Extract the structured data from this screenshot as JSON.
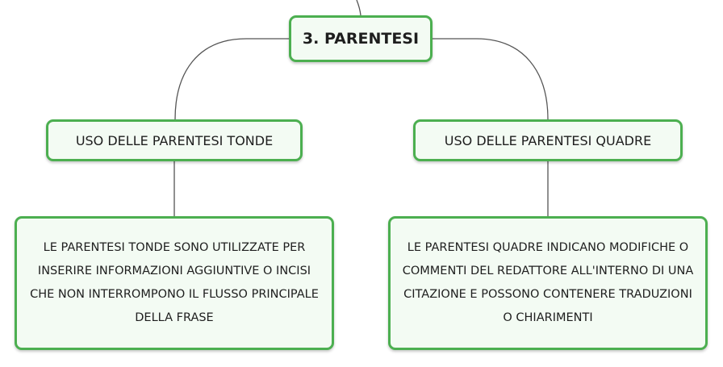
{
  "diagram": {
    "root": {
      "label": "3. PARENTESI"
    },
    "branches": [
      {
        "label": "USO DELLE PARENTESI TONDE",
        "detail": "LE PARENTESI TONDE SONO UTILIZZATE PER INSERIRE INFORMAZIONI AGGIUNTIVE O INCISI CHE NON INTERROMPONO IL FLUSSO PRINCIPALE DELLA FRASE"
      },
      {
        "label": "USO DELLE PARENTESI QUADRE",
        "detail": "LE PARENTESI QUADRE INDICANO MODIFICHE O COMMENTI DEL REDATTORE ALL'INTERNO DI UNA CITAZIONE E POSSONO CONTENERE TRADUZIONI O CHIARIMENTI"
      }
    ],
    "colors": {
      "node_border": "#4caf50",
      "node_fill": "#f3fbf3",
      "connector": "#555555",
      "text": "#1e1e1e"
    }
  }
}
